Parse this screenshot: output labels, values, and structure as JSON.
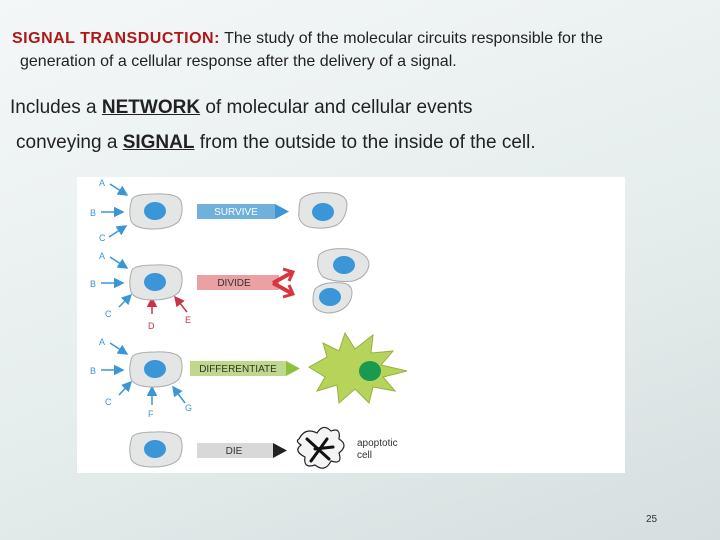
{
  "heading": {
    "term": "SIGNAL TRANSDUCTION:",
    "definition_line1": " The study of the molecular circuits responsible for the",
    "definition_line2": "generation of a cellular response after the delivery of a signal."
  },
  "body": {
    "line1_pre": "Includes a ",
    "line1_emph": "NETWORK",
    "line1_post": " of molecular and cellular events",
    "line2_pre": "conveying a ",
    "line2_emph": "SIGNAL",
    "line2_post": " from the outside to the inside of the cell."
  },
  "figure": {
    "signal_letters": {
      "row1": [
        "A",
        "B",
        "C"
      ],
      "row2": [
        "A",
        "B",
        "C",
        "D",
        "E"
      ],
      "row3": [
        "A",
        "B",
        "C",
        "F",
        "G"
      ]
    },
    "responses": [
      "SURVIVE",
      "DIVIDE",
      "DIFFERENTIATE",
      "DIE"
    ],
    "apoptotic_label_line1": "apoptotic",
    "apoptotic_label_line2": "cell",
    "colors": {
      "cell_fill": "#e4e6e6",
      "nucleus": "#3a96d6",
      "survive_bar": "#6fb0dc",
      "divide_bar": "#eaa1a4",
      "divide_arrow": "#d93540",
      "differentiate_bar": "#bfd88b",
      "differentiate_arrow": "#8fbf3d",
      "differentiated_cell": "#b6d45a",
      "differentiated_nucleus": "#1a9a4f",
      "die_bar": "#d8d8d8",
      "signal_arrow": "#3a96d6",
      "inhibitory_arrow": "#c8324a"
    }
  },
  "page_number": "25"
}
